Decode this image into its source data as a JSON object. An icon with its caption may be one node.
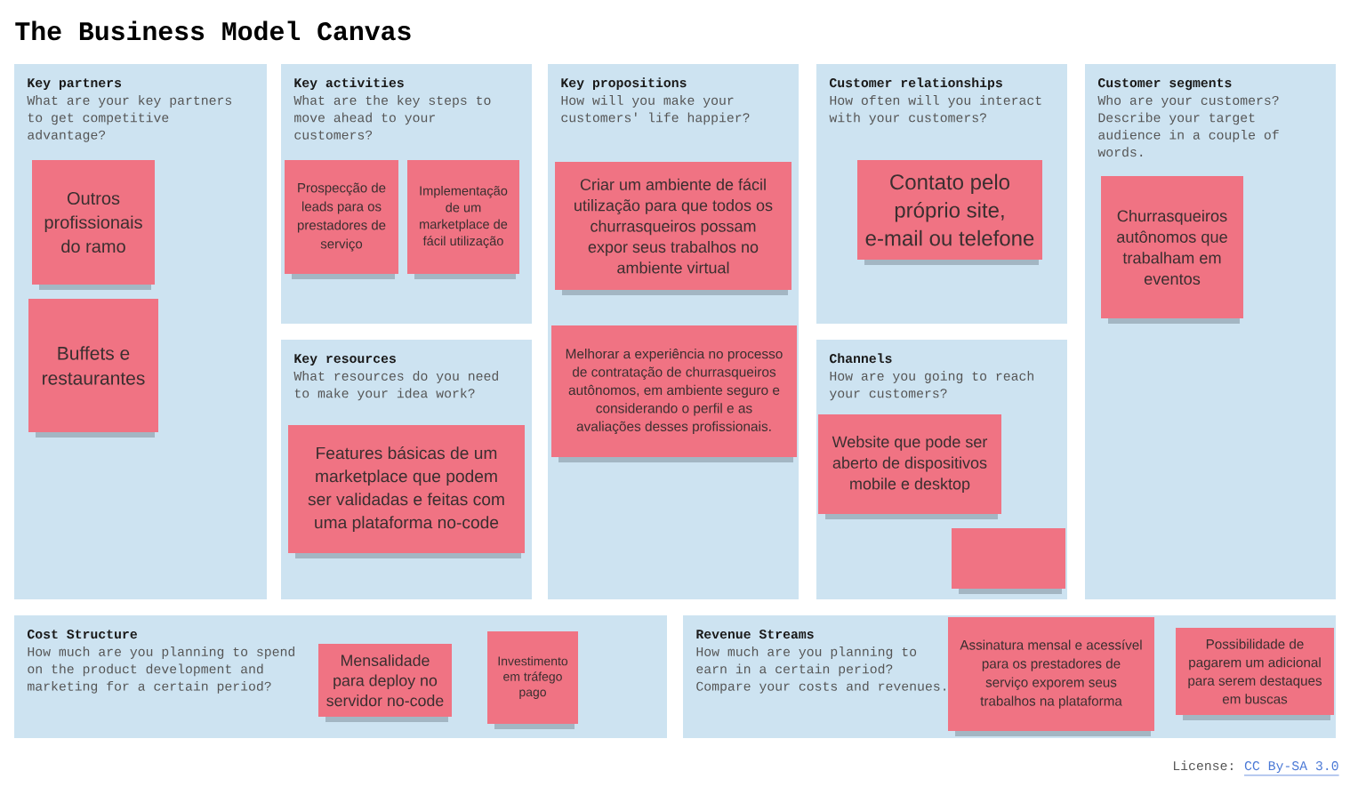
{
  "diagram": {
    "title": "The Business Model Canvas",
    "nodes": [
      {
        "text": [
          "Key partners",
          "What are your key partners to get competitive advantage?"
        ]
      },
      {
        "text": [
          "Outros profissionais do ramo"
        ],
        "in": 0
      },
      {
        "text": [
          "Buffets e restaurantes"
        ],
        "in": 0
      },
      {
        "text": [
          "Key activities",
          "What are the key steps to move ahead to your customers?"
        ]
      },
      {
        "text": [
          "Prospecção de leads para os prestadores de serviço"
        ],
        "in": 3
      },
      {
        "text": [
          "Implementação de um marketplace de fácil utilização"
        ],
        "in": 3
      },
      {
        "text": [
          "Key resources",
          "What resources do you need to make your idea work?"
        ]
      },
      {
        "text": [
          "Features básicas de um marketplace que podem ser validadas e feitas com uma plataforma no-code"
        ],
        "in": 6
      },
      {
        "text": [
          "Key propositions",
          "How will you make your customers' life happier?"
        ]
      },
      {
        "text": [
          "Criar um ambiente de fácil utilização para que todos os churrasqueiros possam expor seus trabalhos no ambiente virtual"
        ],
        "in": 8
      },
      {
        "text": [
          "Melhorar a experiência no processo de contratação de churrasqueiros autônomos, em ambiente seguro e considerando o perfil e as avaliações desses profissionais."
        ],
        "in": 8
      },
      {
        "text": [
          "Customer relationships",
          "How often will you interact with your customers?"
        ]
      },
      {
        "text": [
          "Contato pelo próprio site, e-mail ou telefone"
        ],
        "in": 11
      },
      {
        "text": [
          "Channels",
          "How are you going to reach your customers?"
        ]
      },
      {
        "text": [
          "Website que pode ser aberto de dispositivos mobile e desktop"
        ],
        "in": 13
      },
      {
        "text": [],
        "shape": "box",
        "in": 13
      },
      {
        "text": [
          "Customer segments",
          "Who are your customers? Describe your target audience in a couple of words."
        ]
      },
      {
        "text": [
          "Churrasqueiros autônomos que trabalham em eventos"
        ],
        "in": 16
      },
      {
        "text": [
          "Cost Structure",
          "How much are you planning to spend on the product development and marketing for a certain period?"
        ]
      },
      {
        "text": [
          "Mensalidade para deploy no servidor no-code"
        ],
        "in": 18
      },
      {
        "text": [
          "Investimento em tráfego pago"
        ],
        "in": 18
      },
      {
        "text": [
          "Revenue Streams",
          "How much are you planning to earn in a certain period? Compare your costs and revenues."
        ]
      },
      {
        "text": [
          "Assinatura mensal e acessível para os prestadores de serviço exporem seus trabalhos na plataforma"
        ],
        "in": 21
      },
      {
        "text": [
          "Possibilidade de pagarem um adicional para serem destaques em buscas"
        ],
        "in": 21
      }
    ],
    "labels": [
      "License:",
      "CC By-SA 3.0"
    ]
  }
}
